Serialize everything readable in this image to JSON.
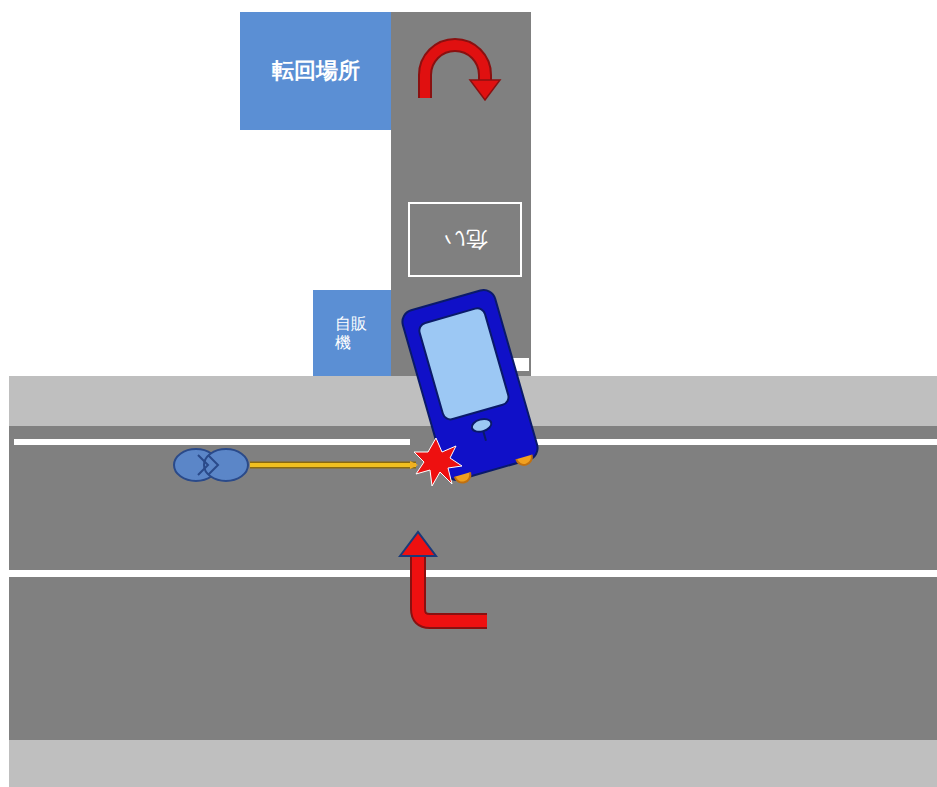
{
  "diagram": {
    "nodes": [
      {
        "text": [
          "転回場所"
        ]
      },
      {
        "text": [
          "危い"
        ]
      },
      {
        "text": [
          "自販機"
        ]
      }
    ]
  }
}
